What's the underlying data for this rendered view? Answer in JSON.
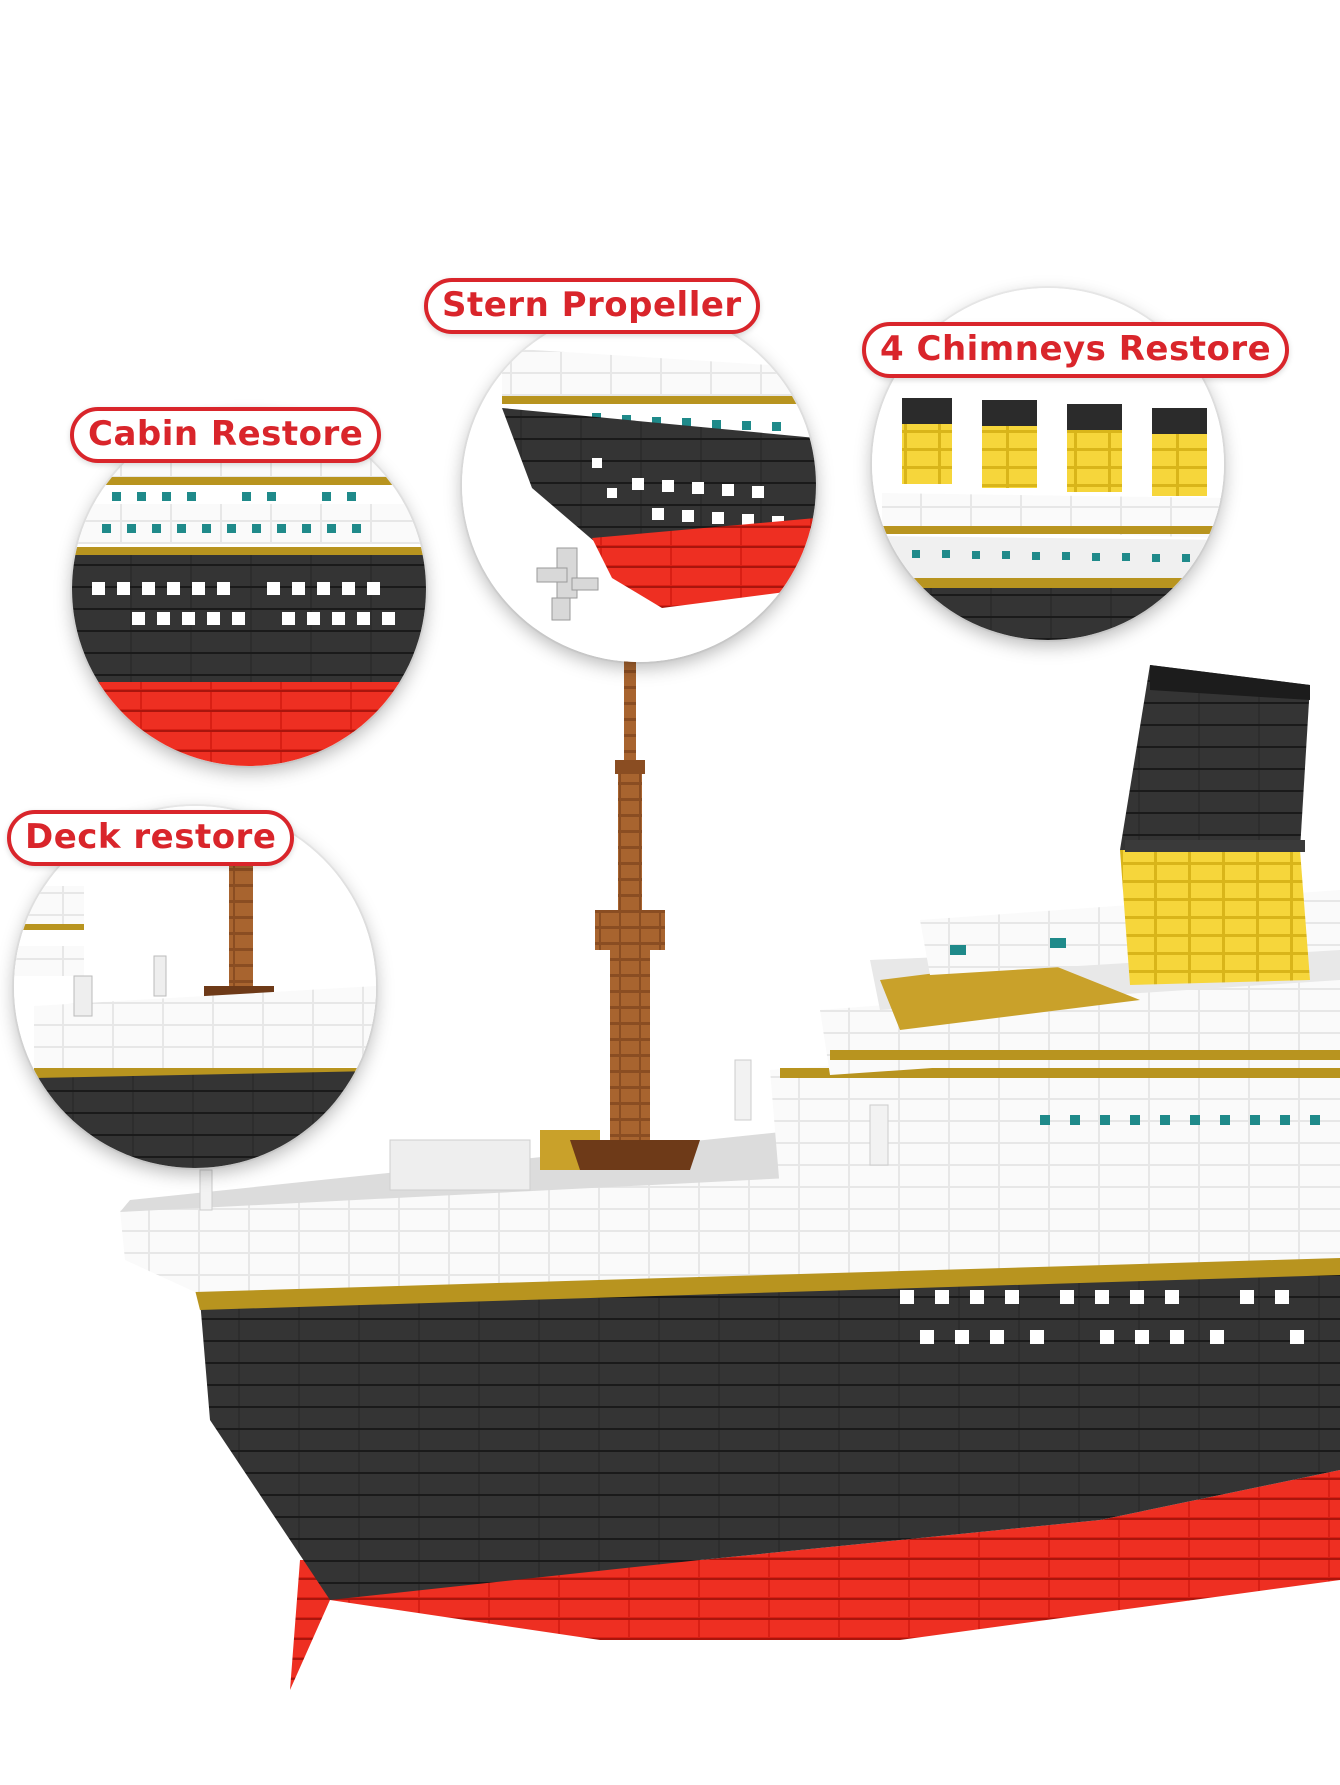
{
  "image": {
    "subject": "brick-built ocean liner model",
    "colors": {
      "hull": "#2b2b2b",
      "waterline": "#e3281f",
      "trim": "#b8941f",
      "funnel_yellow": "#f2cf2a",
      "mast": "#9b5a2a",
      "label_red": "#d9252b"
    }
  },
  "callouts": [
    {
      "id": "stern",
      "label": "Stern Propeller"
    },
    {
      "id": "chimneys",
      "label": "4 Chimneys Restore"
    },
    {
      "id": "cabin",
      "label": "Cabin Restore"
    },
    {
      "id": "deck",
      "label": "Deck restore"
    }
  ]
}
